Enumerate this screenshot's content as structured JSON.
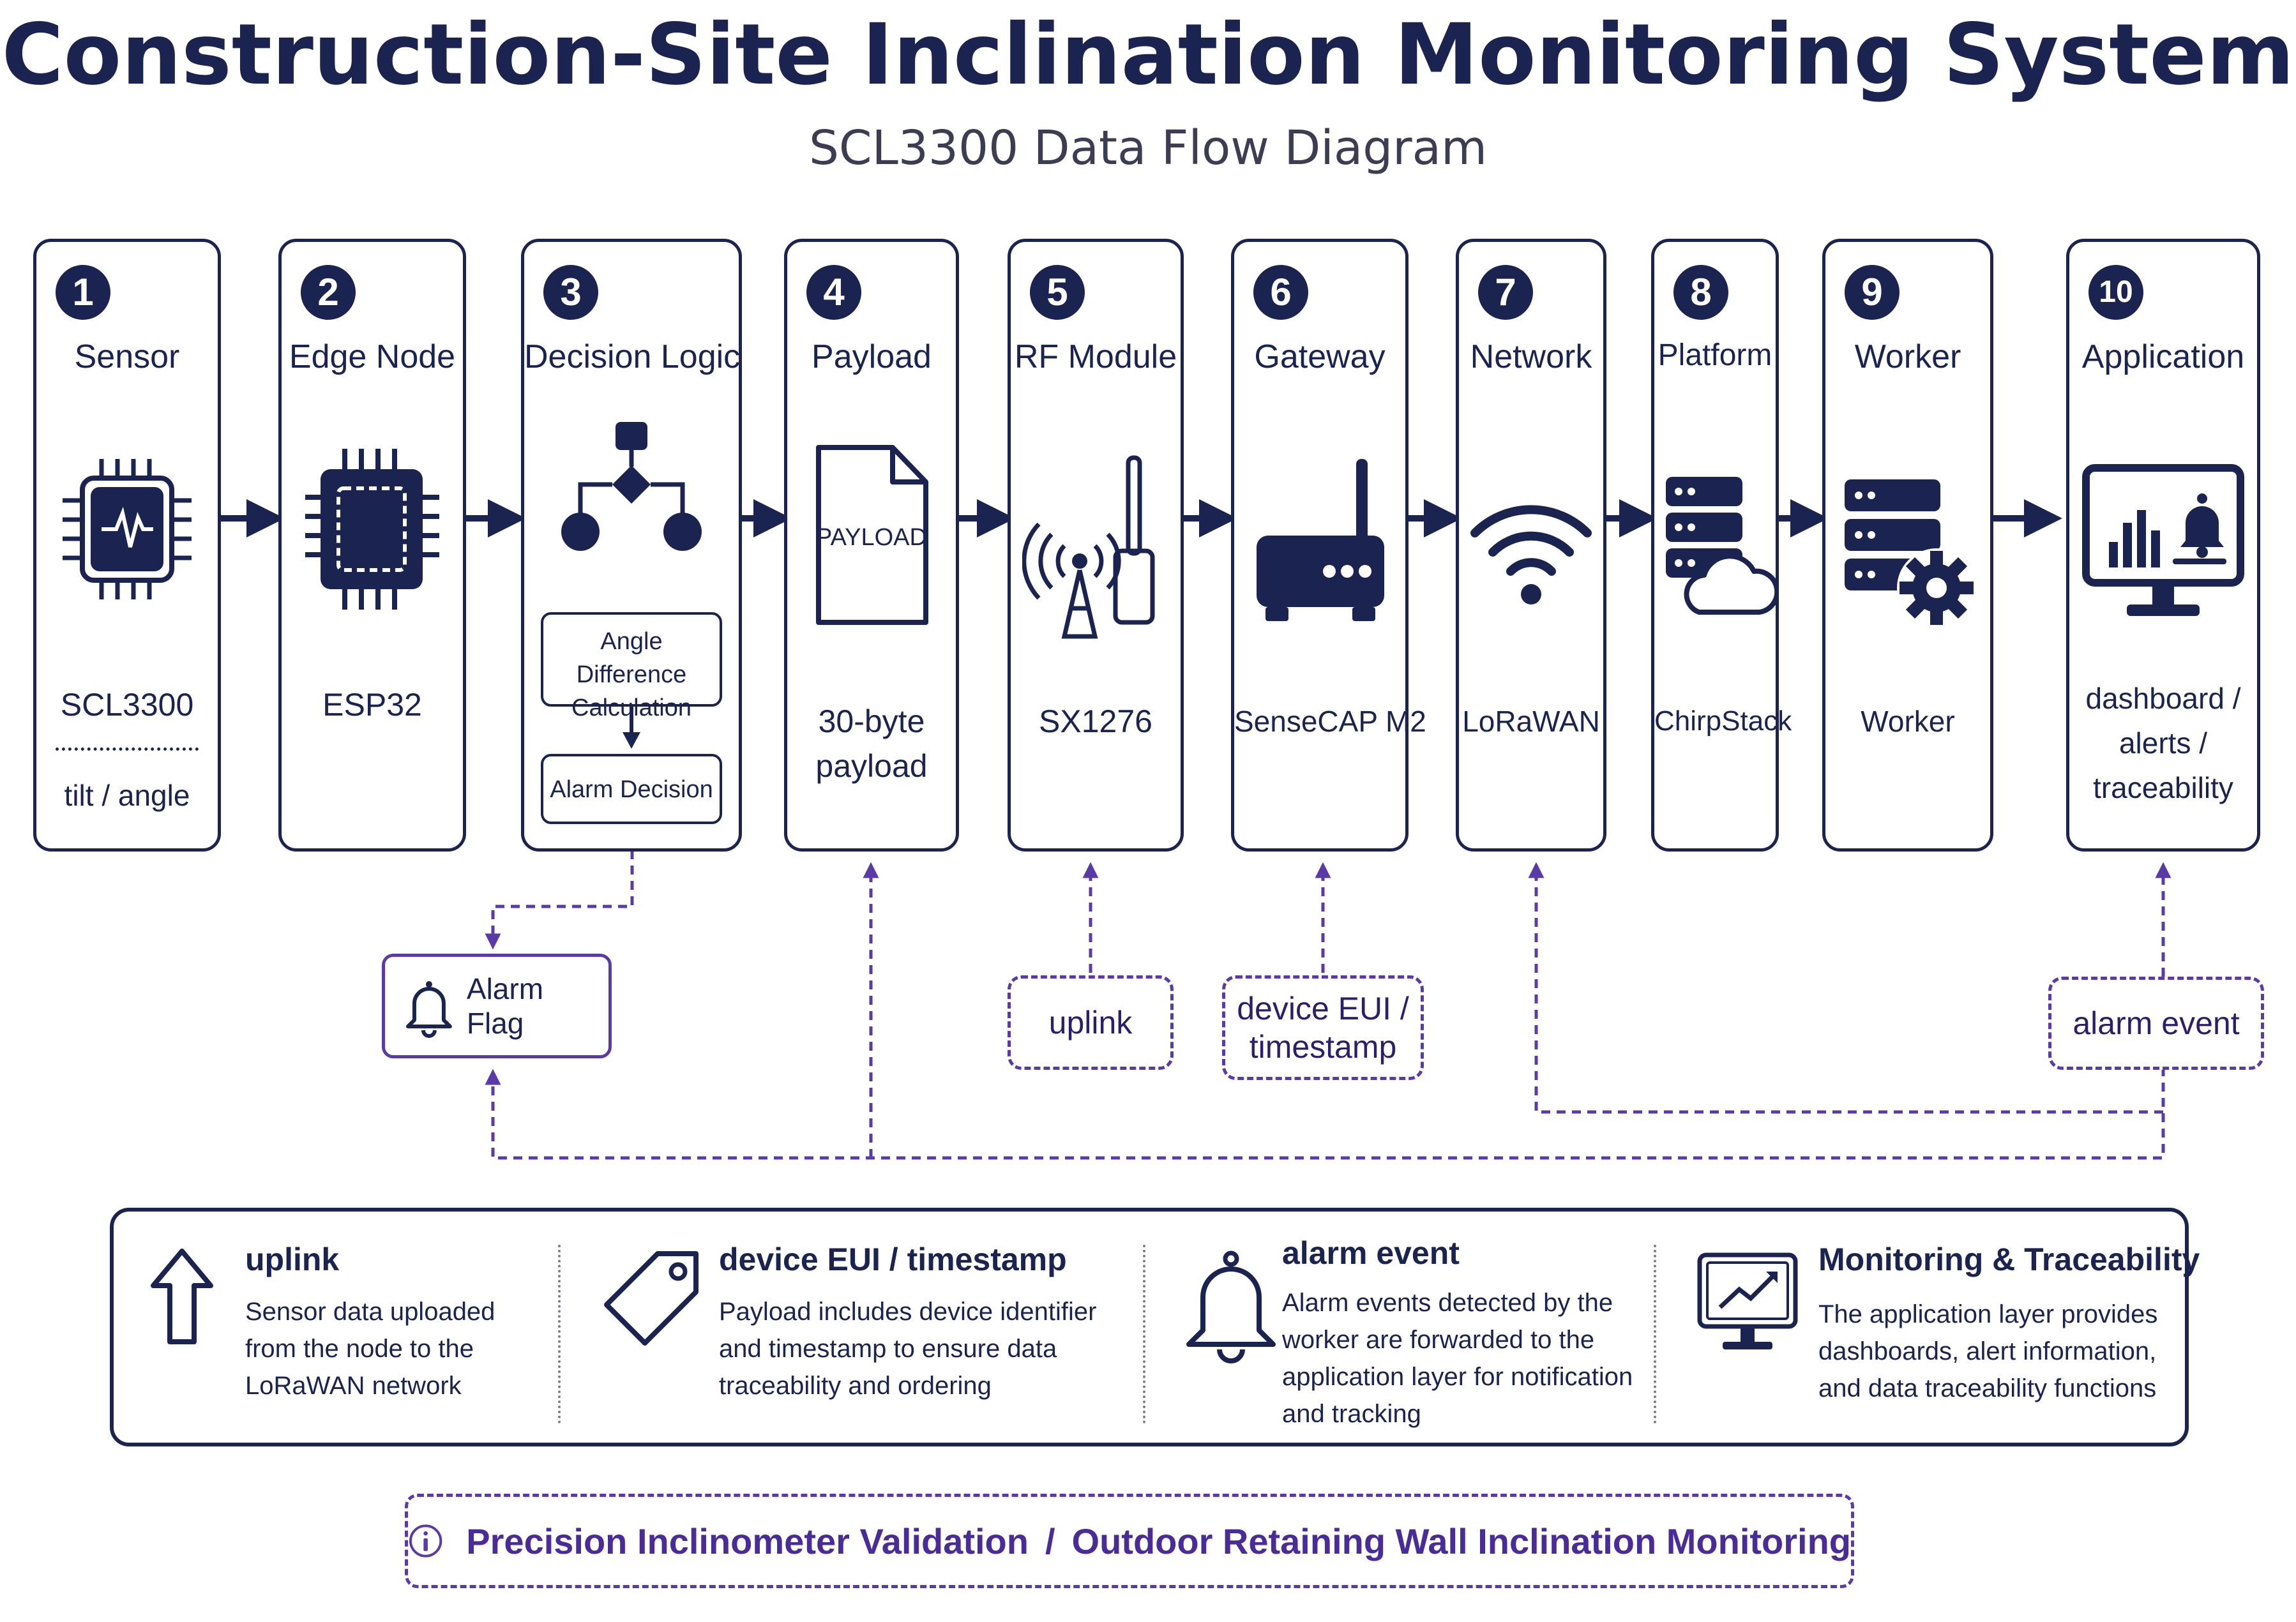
{
  "title": "Construction-Site Inclination Monitoring System",
  "subtitle": "SCL3300 Data Flow Diagram",
  "stages": [
    {
      "number": "1",
      "title": "Sensor",
      "icon": "sensor-chip-icon",
      "label": "SCL3300",
      "sublabel": "tilt / angle"
    },
    {
      "number": "2",
      "title": "Edge Node",
      "icon": "microcontroller-chip-icon",
      "label": "ESP32"
    },
    {
      "number": "3",
      "title": "Decision Logic",
      "icon": "flowchart-icon",
      "steps": [
        "Angle Difference\nCalculation",
        "Alarm Decision"
      ]
    },
    {
      "number": "4",
      "title": "Payload",
      "icon": "document-icon",
      "icon_text": "PAYLOAD",
      "label": "30-byte\npayload"
    },
    {
      "number": "5",
      "title": "RF Module",
      "icon": "radio-antenna-icon",
      "label": "SX1276"
    },
    {
      "number": "6",
      "title": "Gateway",
      "icon": "router-icon",
      "label": "SenseCAP M2"
    },
    {
      "number": "7",
      "title": "Network",
      "icon": "wifi-icon",
      "label": "LoRaWAN"
    },
    {
      "number": "8",
      "title": "Platform",
      "icon": "cloud-server-icon",
      "label": "ChirpStack"
    },
    {
      "number": "9",
      "title": "Worker",
      "icon": "server-gear-icon",
      "label": "Worker"
    },
    {
      "number": "10",
      "title": "Application",
      "icon": "monitor-dashboard-icon",
      "label": "dashboard /\nalerts /\ntraceability"
    }
  ],
  "annotations": {
    "alarm_flag": "Alarm Flag",
    "uplink": "uplink",
    "device_eui": "device EUI /\ntimestamp",
    "alarm_event": "alarm event"
  },
  "legend": [
    {
      "icon": "arrow-up-icon",
      "title": "uplink",
      "description": "Sensor data uploaded\nfrom the node to the\nLoRaWAN network"
    },
    {
      "icon": "tag-icon",
      "title": "device EUI / timestamp",
      "description": "Payload includes device identifier\nand timestamp to ensure data\ntraceability and ordering"
    },
    {
      "icon": "bell-icon",
      "title": "alarm event",
      "description": "Alarm events detected by the\nworker are forwarded to the\napplication layer for notification\nand tracking"
    },
    {
      "icon": "monitor-chart-icon",
      "title": "Monitoring & Traceability",
      "description": "The application layer provides\ndashboards, alert information,\nand data traceability functions"
    }
  ],
  "footer": {
    "left": "Precision Inclinometer Validation",
    "separator": "/",
    "right": "Outdoor Retaining Wall Inclination Monitoring"
  },
  "colors": {
    "navy": "#1b2350",
    "purple": "#5a3aa8",
    "dashed_line": "#5a3aa8"
  }
}
